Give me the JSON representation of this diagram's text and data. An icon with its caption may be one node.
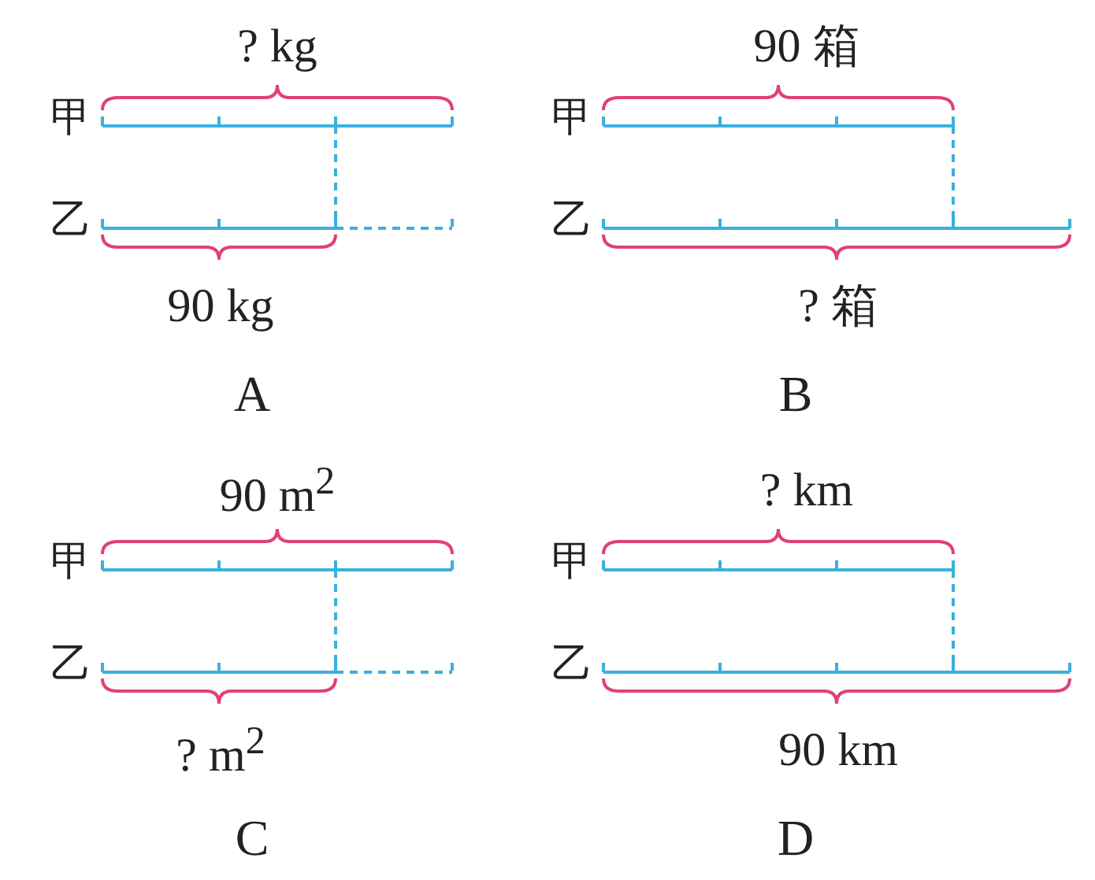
{
  "diagram": {
    "labels": [
      "? kg",
      "甲",
      "乙",
      "90 kg",
      "A",
      "90 箱",
      "甲",
      "乙",
      "? 箱",
      "B",
      "90 m$^{2}$",
      "甲",
      "乙",
      "? m$^{2}$",
      "C",
      "? km",
      "甲",
      "乙",
      "90 km",
      "D"
    ]
  }
}
